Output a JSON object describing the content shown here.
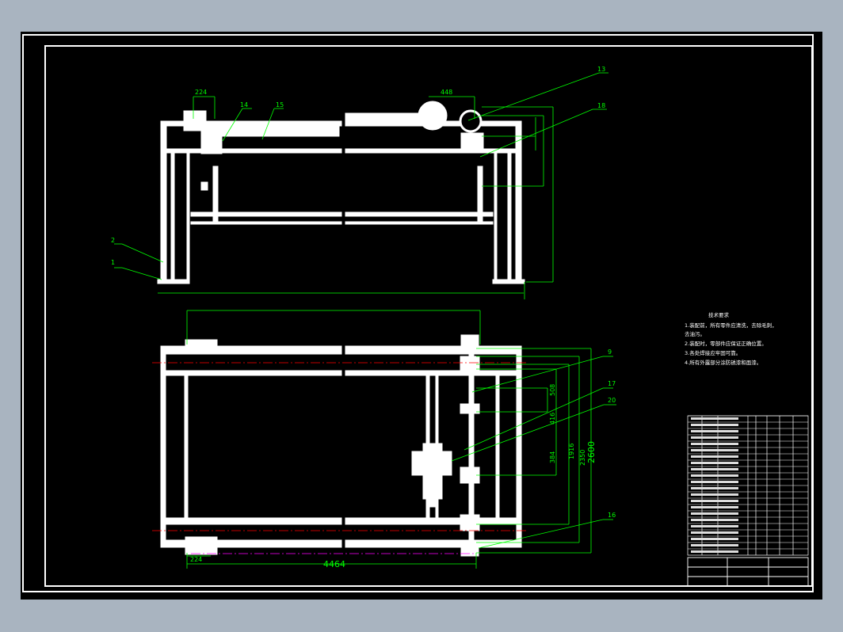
{
  "drawing": {
    "top_view": {
      "dims": {
        "d224": "224",
        "d448": "448"
      },
      "callouts": {
        "c13": "13",
        "c14": "14",
        "c15": "15",
        "c18": "18",
        "c2": "2",
        "c1": "1"
      }
    },
    "plan_view": {
      "dims": {
        "d508": "508",
        "d416": "416",
        "d384": "384",
        "d1916": "1916",
        "d2350": "2350",
        "d2600": "2600",
        "d224b": "224",
        "d4464": "4464"
      },
      "callouts": {
        "c9": "9",
        "c17": "17",
        "c20": "20",
        "c16": "16"
      }
    },
    "notes": {
      "title": "技术要求",
      "lines": [
        "1.装配前，所有零件应清洗，去除毛刺，",
        "  去油污。",
        "2.装配时，零部件应保证正确位置。",
        "3.各处焊接应牢固可靠。",
        "4.所有外露部分涂防锈漆和面漆。"
      ]
    }
  },
  "colors": {
    "background": "#000000",
    "border": "#ffffff",
    "dimension": "#00ff00",
    "centerline": "#ff0000",
    "axis": "#ff00ff",
    "workspace": "#a9b4c0"
  }
}
